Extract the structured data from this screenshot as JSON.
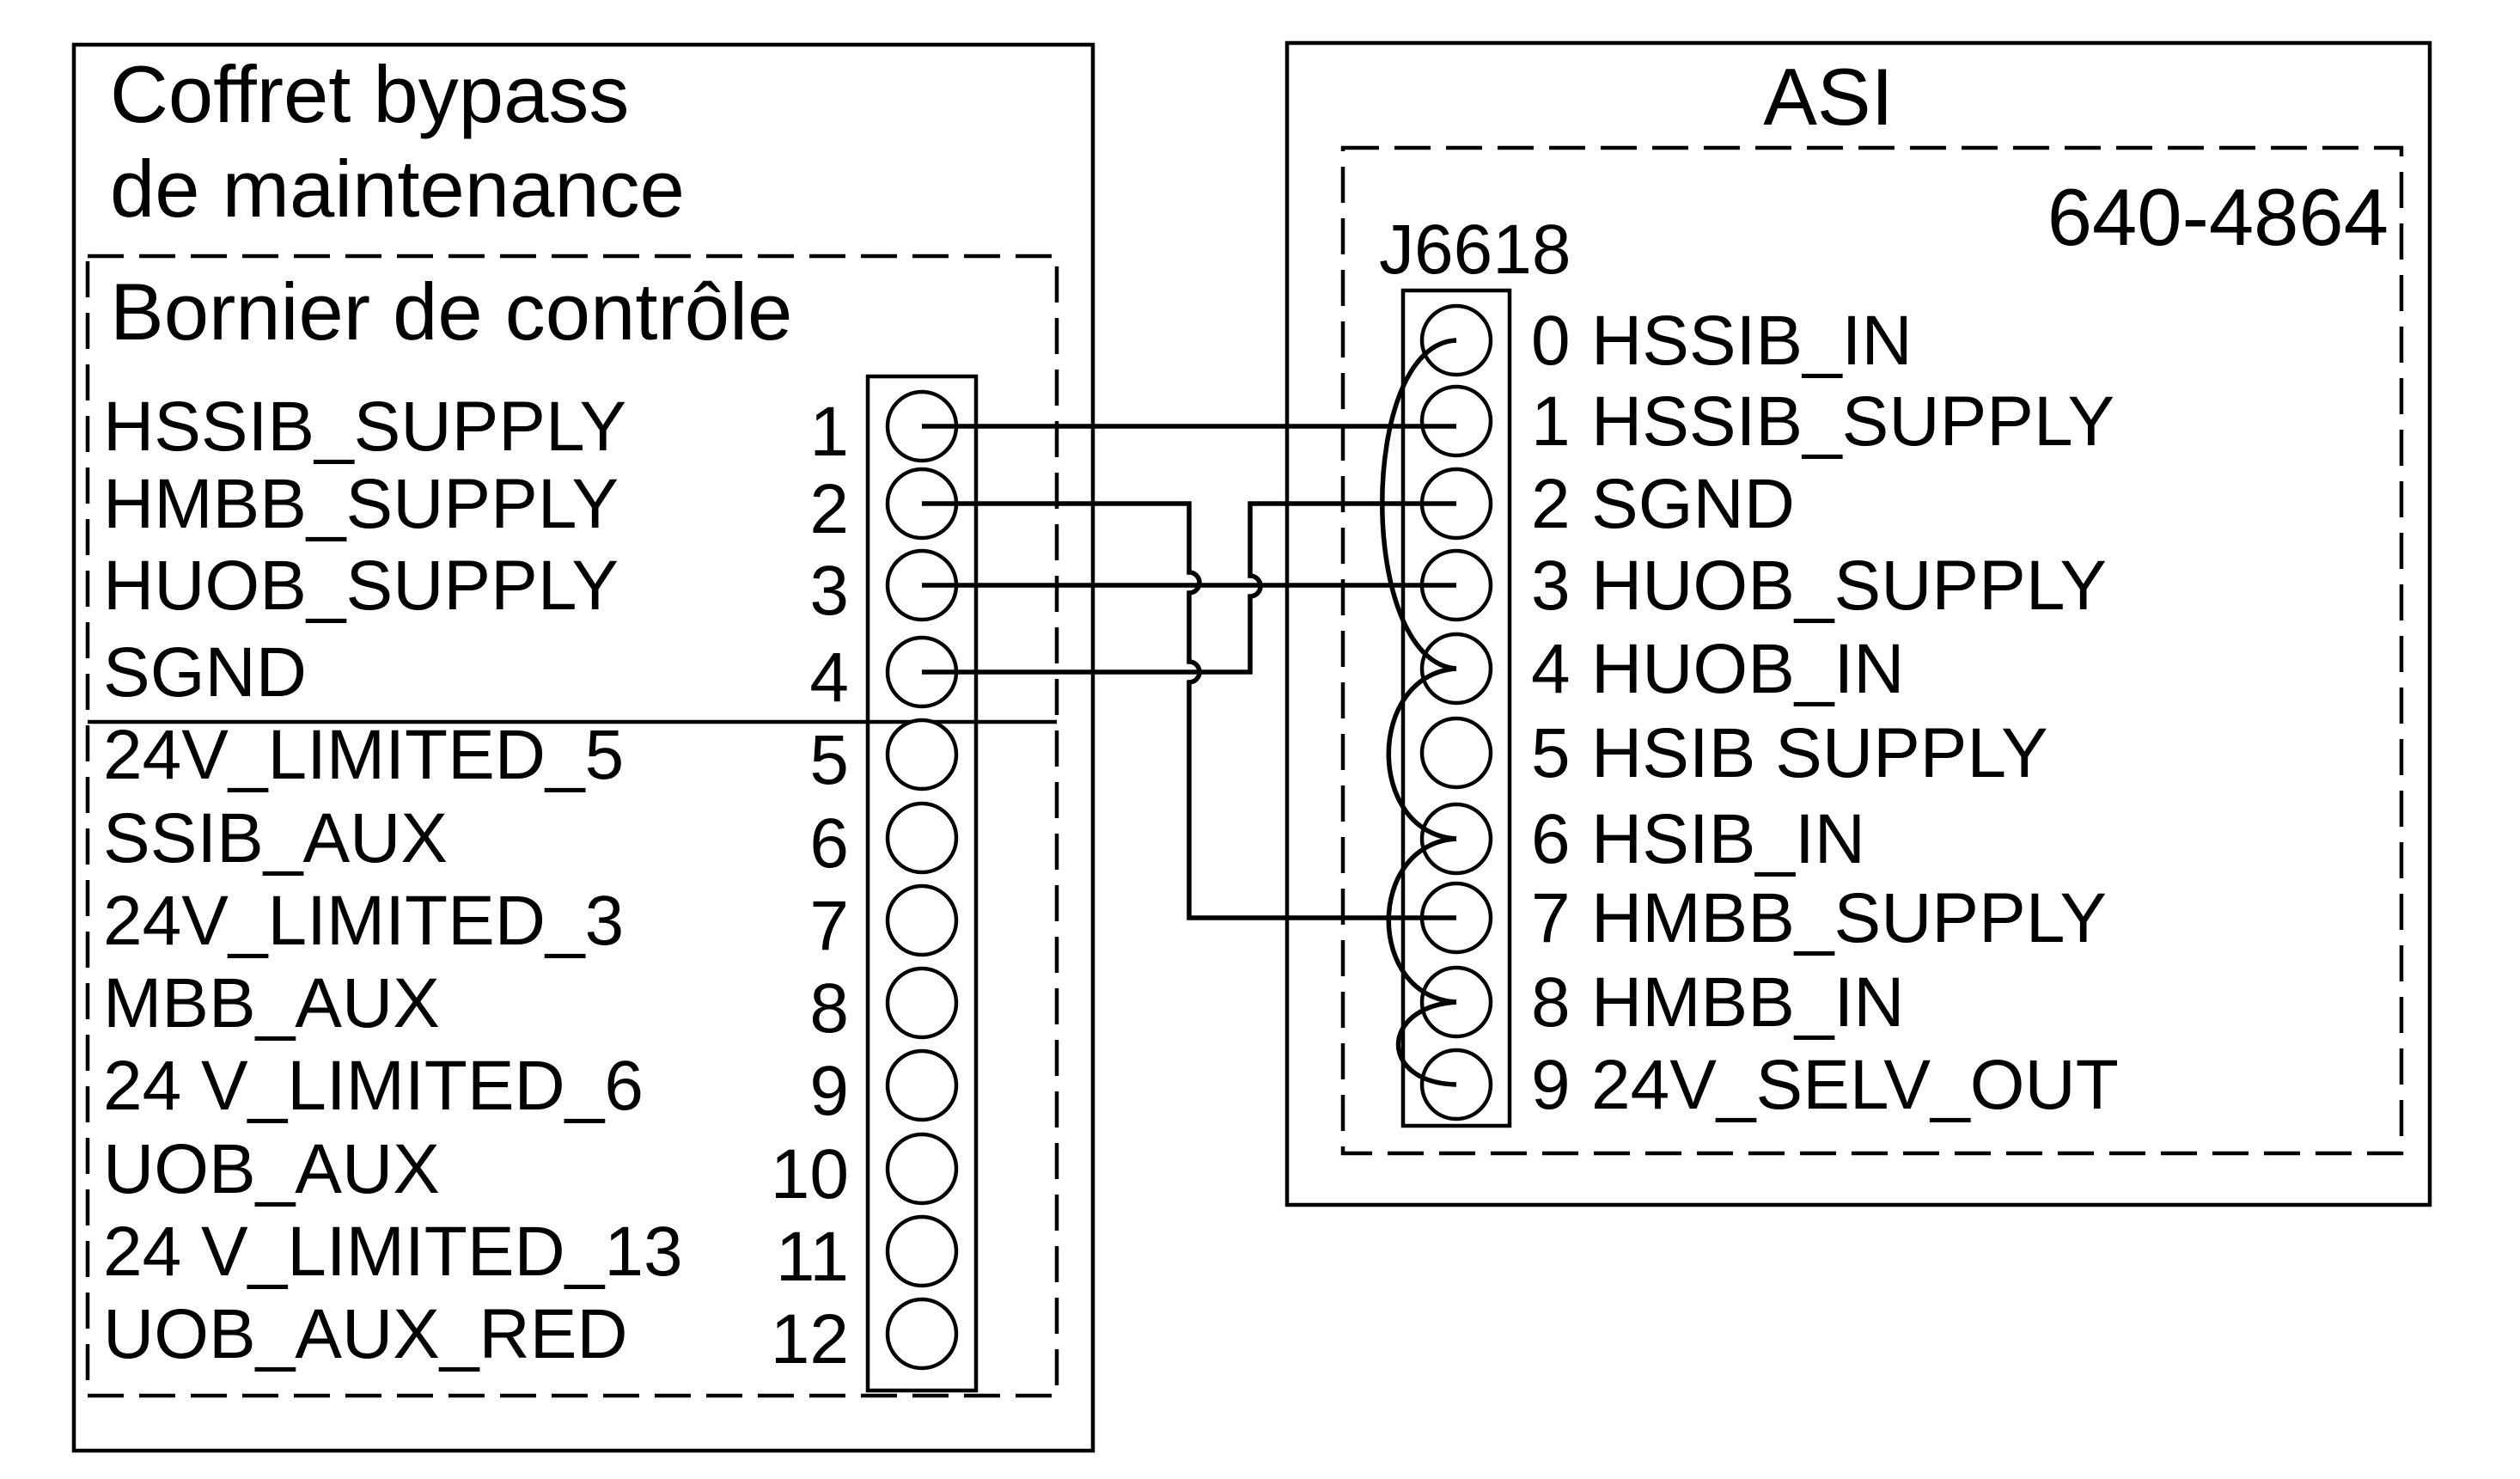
{
  "left_panel": {
    "title_line1": "Coffret bypass",
    "title_line2": "de maintenance",
    "block_title": "Bornier de contrôle",
    "terminals": [
      {
        "num": "1",
        "label": "HSSIB_SUPPLY"
      },
      {
        "num": "2",
        "label": "HMBB_SUPPLY"
      },
      {
        "num": "3",
        "label": "HUOB_SUPPLY"
      },
      {
        "num": "4",
        "label": "SGND"
      },
      {
        "num": "5",
        "label": "24V_LIMITED_5"
      },
      {
        "num": "6",
        "label": "SSIB_AUX"
      },
      {
        "num": "7",
        "label": "24V_LIMITED_3"
      },
      {
        "num": "8",
        "label": "MBB_AUX"
      },
      {
        "num": "9",
        "label": "24 V_LIMITED_6"
      },
      {
        "num": "10",
        "label": "UOB_AUX"
      },
      {
        "num": "11",
        "label": "24 V_LIMITED_13"
      },
      {
        "num": "12",
        "label": "UOB_AUX_RED"
      }
    ]
  },
  "right_panel": {
    "title": "ASI",
    "board_id": "640-4864",
    "connector_id": "J6618",
    "pins": [
      {
        "num": "0",
        "label": "HSSIB_IN"
      },
      {
        "num": "1",
        "label": "HSSIB_SUPPLY"
      },
      {
        "num": "2",
        "label": "SGND"
      },
      {
        "num": "3",
        "label": "HUOB_SUPPLY"
      },
      {
        "num": "4",
        "label": "HUOB_IN"
      },
      {
        "num": "5",
        "label": "HSIB SUPPLY"
      },
      {
        "num": "6",
        "label": "HSIB_IN"
      },
      {
        "num": "7",
        "label": "HMBB_SUPPLY"
      },
      {
        "num": "8",
        "label": "HMBB_IN"
      },
      {
        "num": "9",
        "label": "24V_SELV_OUT"
      }
    ]
  },
  "connections": [
    {
      "from": "1",
      "to": "1"
    },
    {
      "from": "2",
      "to": "7"
    },
    {
      "from": "3",
      "to": "3"
    },
    {
      "from": "4",
      "to": "2"
    }
  ],
  "jumpers": [
    [
      "0",
      "4"
    ],
    [
      "4",
      "6"
    ],
    [
      "6",
      "8"
    ],
    [
      "8",
      "9"
    ]
  ]
}
